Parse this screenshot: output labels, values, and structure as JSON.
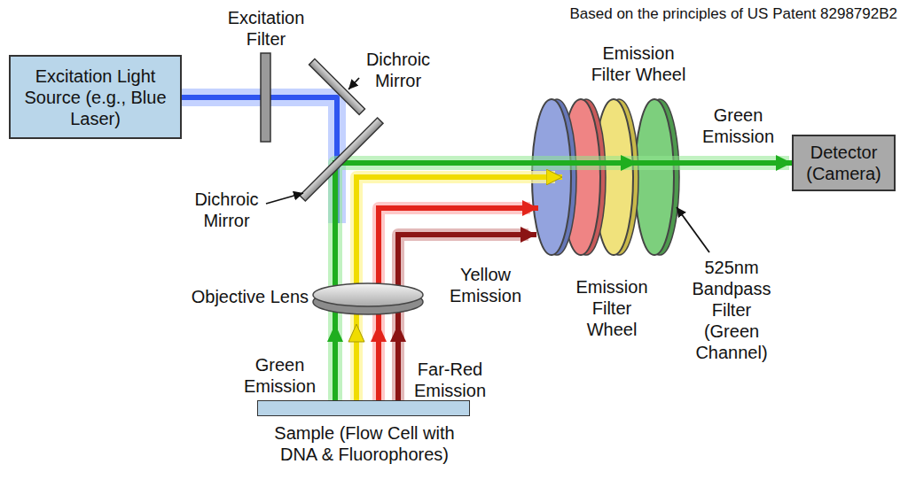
{
  "diagram": {
    "nodes": [
      {
        "text": [
          "Excitation Light Source (e.g., Blue Laser)"
        ]
      },
      {
        "text": [
          "Detector (Camera)"
        ]
      },
      {
        "text": [
          "Sample (Flow Cell with DNA & Fluorophores)"
        ]
      }
    ],
    "edges": [
      {
        "from": 2,
        "to": 1,
        "arrow": "to"
      }
    ],
    "labels": [
      "Based on the principles of US Patent 8298792B2",
      "Excitation Filter",
      "Dichroic Mirror",
      "Emission Filter Wheel",
      "Green Emission",
      "Dichroic Mirror",
      "Yellow Emission",
      "Emission Filter Wheel",
      "525nm Bandpass Filter (Green Channel)",
      "Objective Lens",
      "Green Emission",
      "Far-Red Emission"
    ]
  }
}
